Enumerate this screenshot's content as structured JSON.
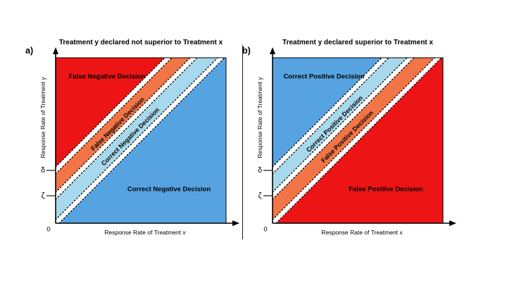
{
  "colors": {
    "red": "#EC1414",
    "orange": "#F17546",
    "light_blue": "#A8D8EB",
    "blue": "#57A3E2",
    "outline": "#000000"
  },
  "panels": [
    {
      "tag": "a)",
      "title": "Treatment y declared not superior to Treatment x",
      "x_axis_label": "Response Rate of Treatment x",
      "y_axis_label": "Response Rate of Treatment y",
      "ticks": {
        "delta": "δ",
        "zeta": "ζ",
        "origin": "0"
      },
      "regions": {
        "upper_label": "False Negative Decision",
        "upper_band_label": "False Negative Decision",
        "lower_band_label": "Correct Negative Decision",
        "lower_label": "Correct Negative Decision"
      },
      "fills": {
        "upper": "#EC1414",
        "upper_band": "#F17546",
        "lower_band": "#A8D8EB",
        "lower": "#57A3E2"
      }
    },
    {
      "tag": "b)",
      "title": "Treatment y declared superior to Treatment x",
      "x_axis_label": "Response Rate of Treatment x",
      "y_axis_label": "Response Rate of Treatment y",
      "ticks": {
        "delta": "δ",
        "zeta": "ζ",
        "origin": "0"
      },
      "regions": {
        "upper_label": "Correct Positive Decision",
        "upper_band_label": "Correct Positive Decision",
        "lower_band_label": "False Positive Decision",
        "lower_label": "False Positive Decision"
      },
      "fills": {
        "upper": "#57A3E2",
        "upper_band": "#A8D8EB",
        "lower_band": "#F17546",
        "lower": "#EC1414"
      }
    }
  ]
}
